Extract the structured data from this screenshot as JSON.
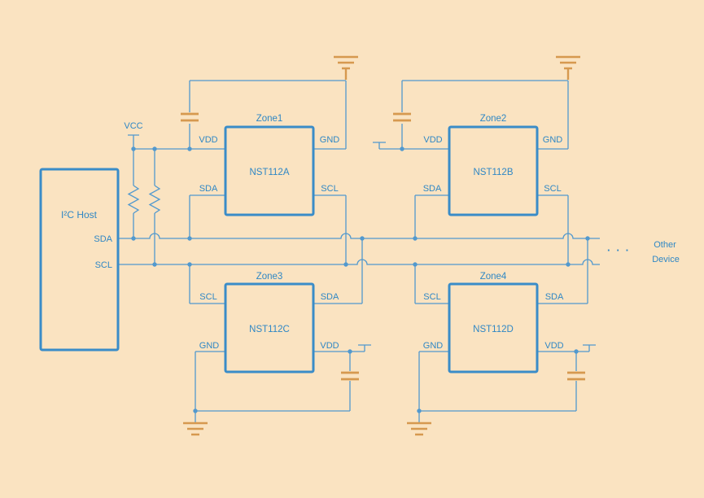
{
  "colors": {
    "background": "#FAE3C1",
    "wire_blue": "#5299CE",
    "box_blue": "#3A8CC8",
    "text_blue": "#2F87C5",
    "passive_orange": "#D6994F"
  },
  "host": {
    "title": "I²C Host",
    "sda": "SDA",
    "scl": "SCL"
  },
  "power": {
    "vcc": "VCC"
  },
  "zones": [
    {
      "zone": "Zone1",
      "chip": "NST112A",
      "pins": {
        "top_left": "VDD",
        "top_right": "GND",
        "bottom_left": "SDA",
        "bottom_right": "SCL"
      }
    },
    {
      "zone": "Zone2",
      "chip": "NST112B",
      "pins": {
        "top_left": "VDD",
        "top_right": "GND",
        "bottom_left": "SDA",
        "bottom_right": "SCL"
      }
    },
    {
      "zone": "Zone3",
      "chip": "NST112C",
      "pins": {
        "top_left": "SCL",
        "top_right": "SDA",
        "bottom_left": "GND",
        "bottom_right": "VDD"
      }
    },
    {
      "zone": "Zone4",
      "chip": "NST112D",
      "pins": {
        "top_left": "SCL",
        "top_right": "SDA",
        "bottom_left": "GND",
        "bottom_right": "VDD"
      }
    }
  ],
  "bus": {
    "ellipsis": "···",
    "other_line1": "Other",
    "other_line2": "Device"
  }
}
